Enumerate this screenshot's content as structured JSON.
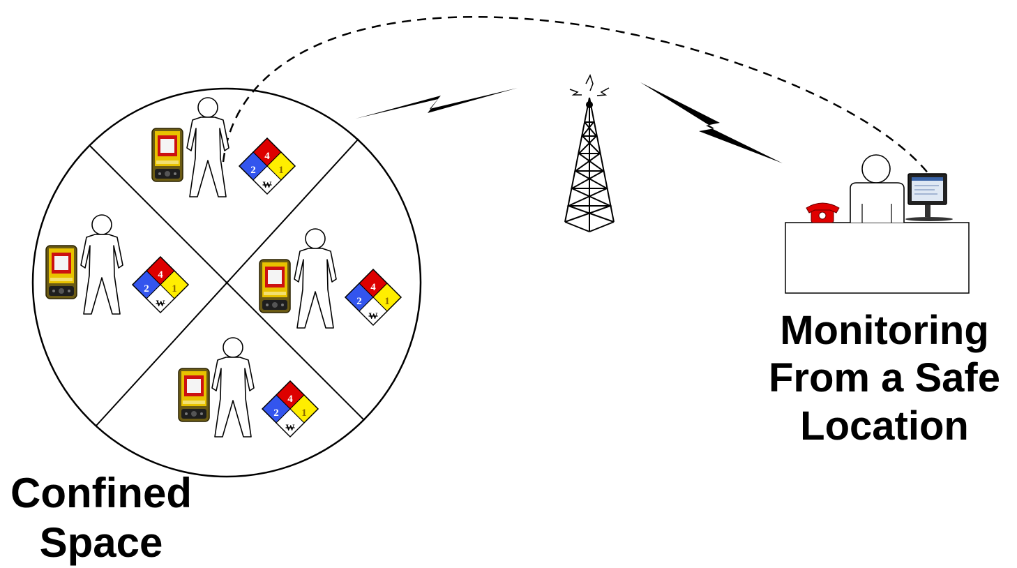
{
  "labels": {
    "confined_space_line1": "Confined",
    "confined_space_line2": "Space",
    "monitoring_line1": "Monitoring",
    "monitoring_line2": "From a Safe",
    "monitoring_line3": "Location"
  },
  "hazard_diamond": {
    "health": "2",
    "flammability": "4",
    "instability": "1",
    "special": "W",
    "colors": {
      "health": "#3355ee",
      "flammability": "#dd0000",
      "instability": "#ffee00",
      "special": "#ffffff"
    }
  },
  "icons": {
    "worker": "person-outline-icon",
    "handheld": "pda-device-icon",
    "tower": "radio-tower-icon",
    "phone": "telephone-icon",
    "monitor": "computer-monitor-icon",
    "wireless": "lightning-bolt-icon"
  }
}
